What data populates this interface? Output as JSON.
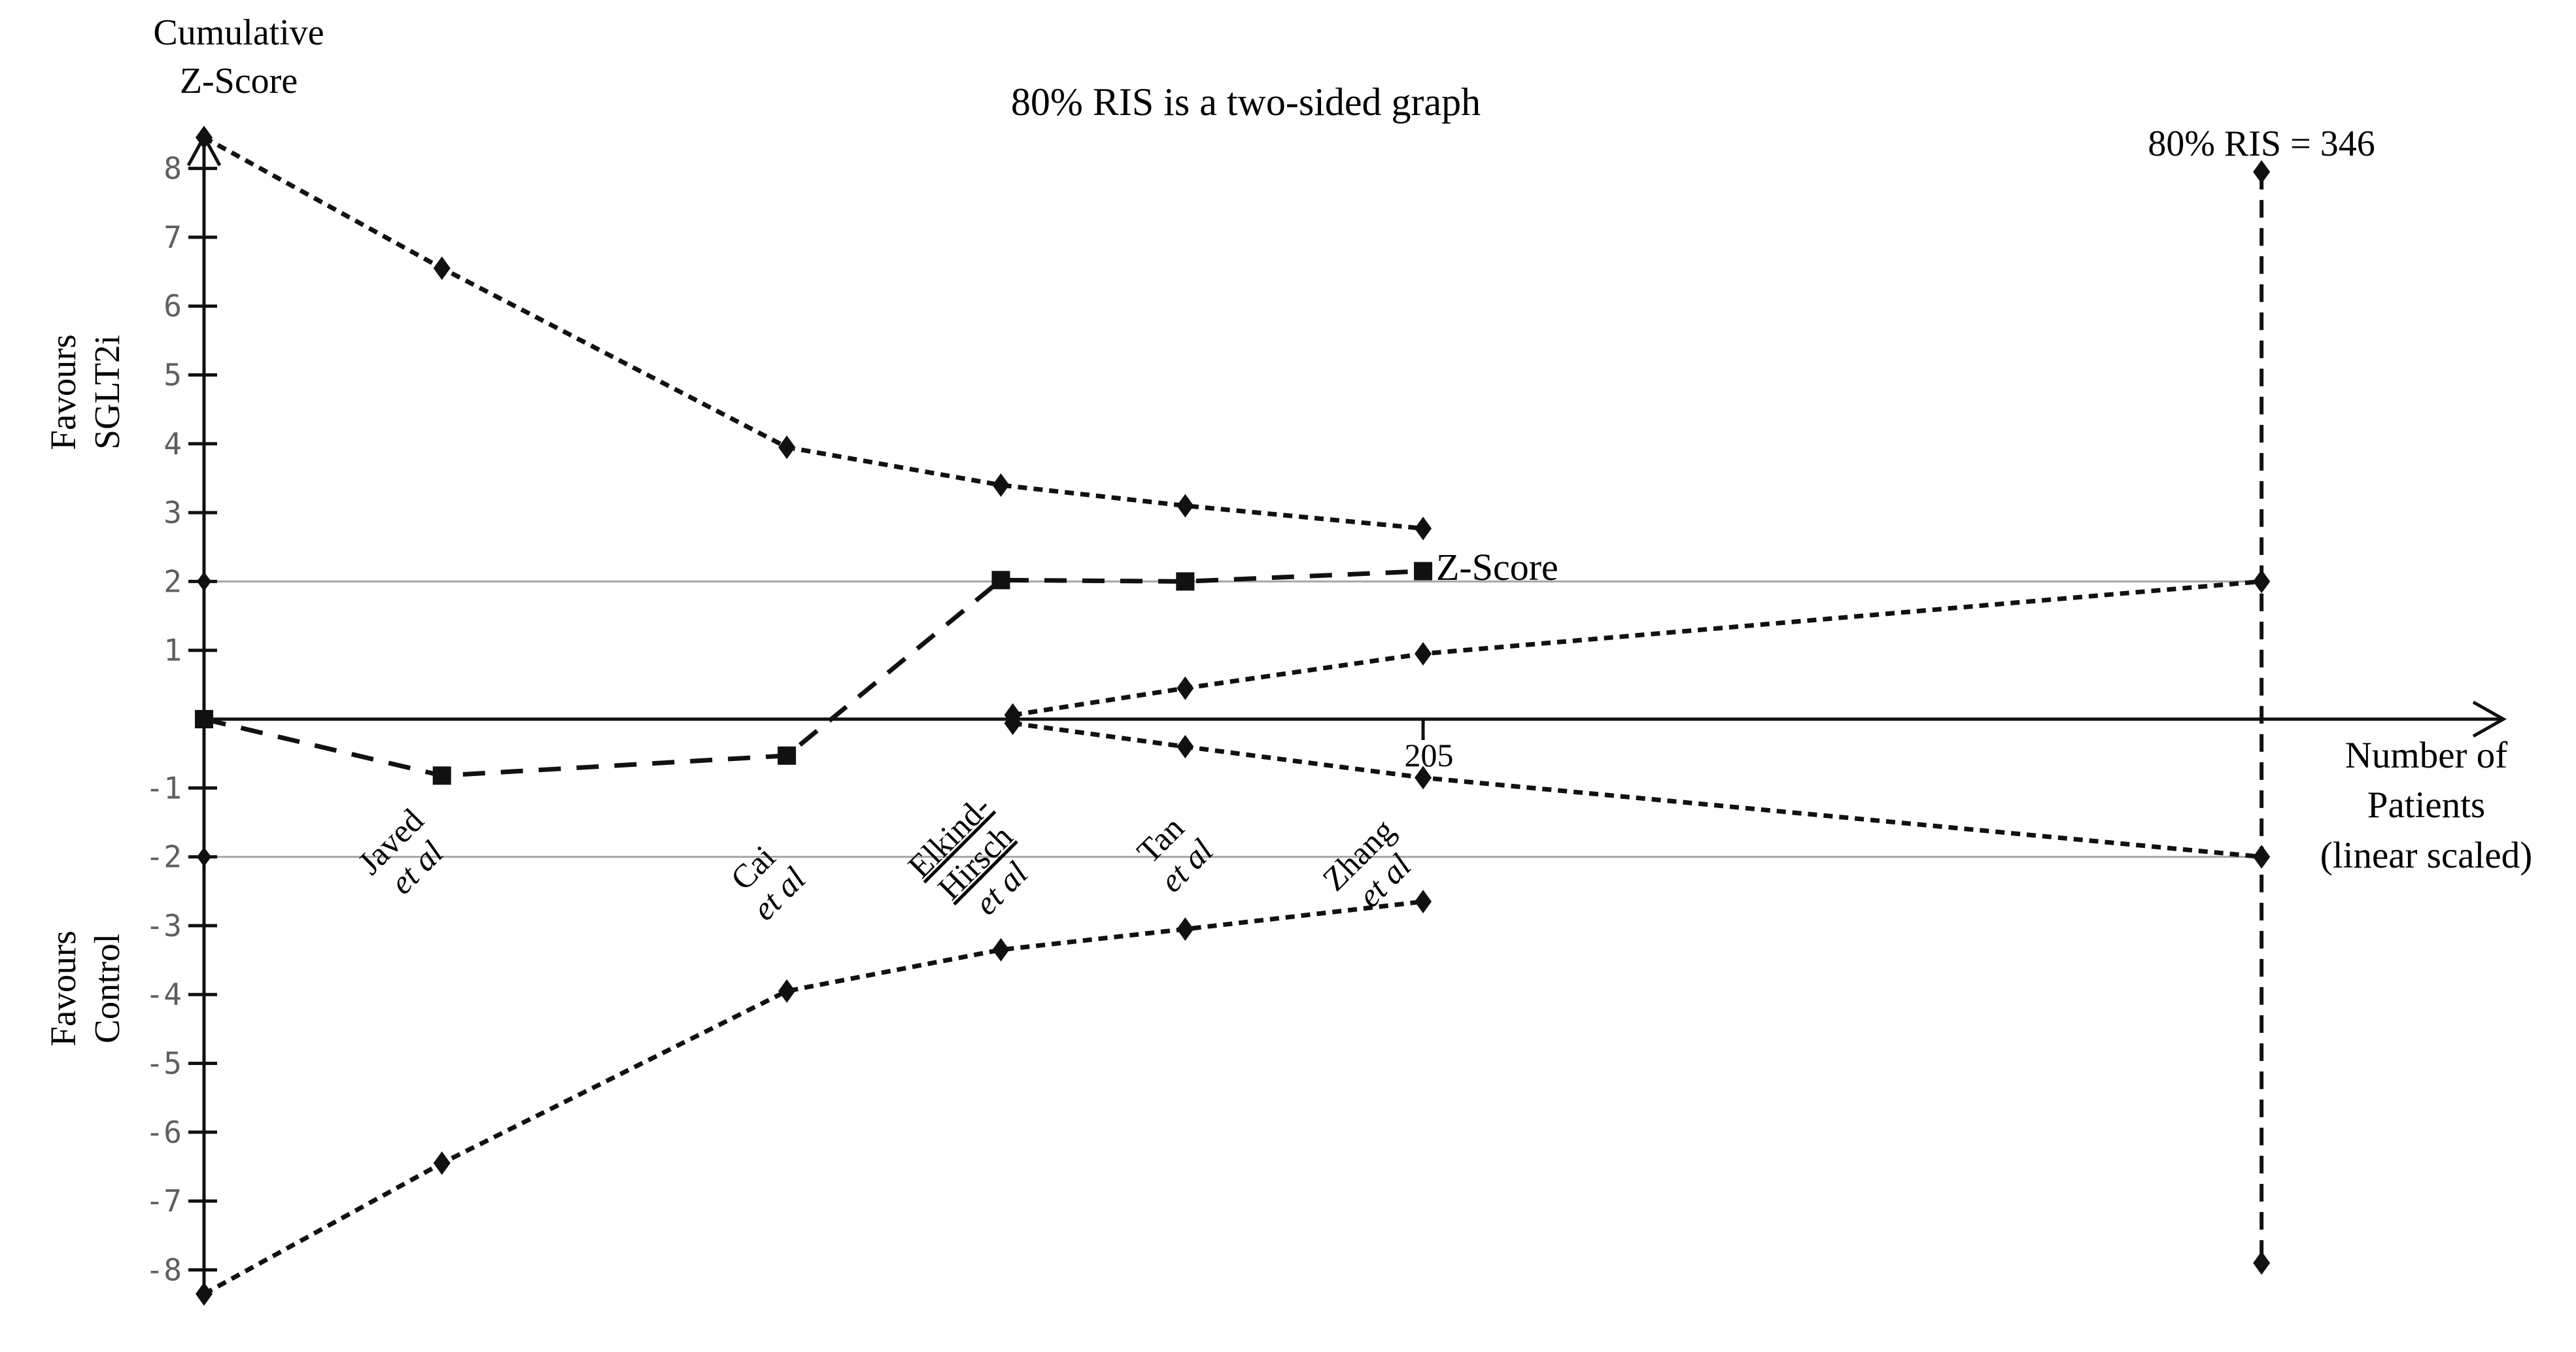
{
  "title": "80% RIS is a two-sided graph",
  "y_axis": {
    "heading_line1": "Cumulative",
    "heading_line2": "Z-Score",
    "upper_region_line1": "Favours",
    "upper_region_line2": "SGLT2i",
    "lower_region_line1": "Favours",
    "lower_region_line2": "Control",
    "ticks": [
      8,
      7,
      6,
      5,
      4,
      3,
      2,
      1,
      -1,
      -2,
      -3,
      -4,
      -5,
      -6,
      -7,
      -8
    ]
  },
  "x_axis": {
    "label_line1": "Number of",
    "label_line2": "Patients",
    "label_line3": "(linear scaled)",
    "tick_value": "205"
  },
  "ris_label": "80% RIS = 346",
  "zscore_curve_label": "Z-Score",
  "studies": [
    {
      "name": "Javed",
      "etal": "et al",
      "underlined": false
    },
    {
      "name": "Cai",
      "etal": "et al",
      "underlined": false
    },
    {
      "name": "Elkind-",
      "name2": "Hirsch",
      "etal": "et al",
      "underlined": true
    },
    {
      "name": "Tan",
      "etal": "et al",
      "underlined": false
    },
    {
      "name": "Zhang",
      "etal": "et al",
      "underlined": false
    }
  ],
  "colors": {
    "line": "#111111",
    "significance_line": "#a6a6a6",
    "tick_label": "#5f5f5f",
    "text": "#000000"
  },
  "chart_data": {
    "type": "line",
    "title": "80% RIS is a two-sided graph",
    "xlabel": "Number of Patients (linear scaled)",
    "ylabel": "Cumulative Z-Score",
    "xlim": [
      0,
      387
    ],
    "ylim": [
      -8.5,
      8.5
    ],
    "grid": false,
    "x_units": "cumulative patients",
    "significance_levels": [
      2,
      -2
    ],
    "ris_patients": 346,
    "labeled_x_tick": 205,
    "series": [
      {
        "name": "Cumulative Z-Score",
        "style": "cumulative",
        "marker": "square",
        "points": [
          [
            0,
            0.0
          ],
          [
            40,
            -0.82
          ],
          [
            98,
            -0.53
          ],
          [
            134,
            2.02
          ],
          [
            165,
            2.0
          ],
          [
            205,
            2.15
          ]
        ]
      },
      {
        "name": "Upper monitoring boundary",
        "style": "boundary",
        "marker": "diamond",
        "points": [
          [
            0,
            8.45
          ],
          [
            40,
            6.55
          ],
          [
            98,
            3.95
          ],
          [
            134,
            3.4
          ],
          [
            165,
            3.1
          ],
          [
            205,
            2.77
          ]
        ]
      },
      {
        "name": "Lower monitoring boundary",
        "style": "boundary",
        "marker": "diamond",
        "points": [
          [
            0,
            -8.35
          ],
          [
            40,
            -6.45
          ],
          [
            98,
            -3.95
          ],
          [
            134,
            -3.35
          ],
          [
            165,
            -3.05
          ],
          [
            205,
            -2.65
          ]
        ]
      },
      {
        "name": "Upper futility boundary",
        "style": "boundary",
        "marker": "diamond",
        "points": [
          [
            136,
            0.06
          ],
          [
            165,
            0.45
          ],
          [
            205,
            0.95
          ],
          [
            346,
            2.0
          ]
        ]
      },
      {
        "name": "Lower futility boundary",
        "style": "boundary",
        "marker": "diamond",
        "points": [
          [
            136,
            -0.06
          ],
          [
            165,
            -0.4
          ],
          [
            205,
            -0.85
          ],
          [
            346,
            -2.0
          ]
        ]
      },
      {
        "name": "80% RIS line",
        "style": "ris",
        "marker": "diamond",
        "points": [
          [
            346,
            7.95
          ],
          [
            346,
            2.0
          ],
          [
            346,
            -2.0
          ],
          [
            346,
            -7.9
          ]
        ]
      }
    ],
    "study_points": [
      {
        "study": "Javed et al",
        "patients": 40,
        "z": -0.82
      },
      {
        "study": "Cai et al",
        "patients": 98,
        "z": -0.53
      },
      {
        "study": "Elkind-Hirsch et al",
        "patients": 134,
        "z": 2.02
      },
      {
        "study": "Tan et al",
        "patients": 165,
        "z": 2.0
      },
      {
        "study": "Zhang et al",
        "patients": 205,
        "z": 2.15
      }
    ]
  }
}
